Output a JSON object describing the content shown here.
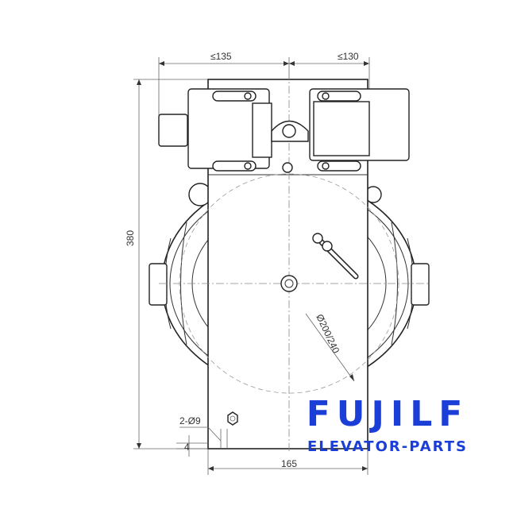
{
  "dimensions": {
    "left_width": "≤135",
    "right_width": "≤130",
    "height": "380",
    "bottom_width": "165",
    "diameter": "Ø200/240",
    "holes": "2-Ø9",
    "base_offset": "4"
  },
  "brand": {
    "name": "FUJILF",
    "subtitle": "ELEVATOR-PARTS",
    "color": "#1b3fd6"
  }
}
